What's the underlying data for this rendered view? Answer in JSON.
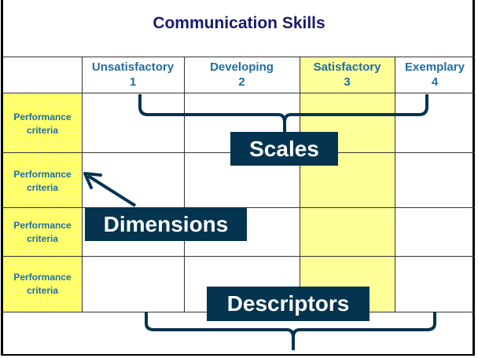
{
  "title": "Communication Skills",
  "columns": [
    {
      "name": "Unsatisfactory",
      "score": "1"
    },
    {
      "name": "Developing",
      "score": "2"
    },
    {
      "name": "Satisfactory",
      "score": "3"
    },
    {
      "name": "Exemplary",
      "score": "4"
    }
  ],
  "rows": [
    {
      "label": "Performance criteria"
    },
    {
      "label": "Performance criteria"
    },
    {
      "label": "Performance criteria"
    },
    {
      "label": "Performance criteria"
    }
  ],
  "callouts": {
    "scales": "Scales",
    "dimensions": "Dimensions",
    "descriptors": "Descriptors"
  },
  "colors": {
    "highlight": "#ffff99",
    "callout": "#04344f",
    "text": "#1f6ea3",
    "title": "#1a1a6e"
  }
}
